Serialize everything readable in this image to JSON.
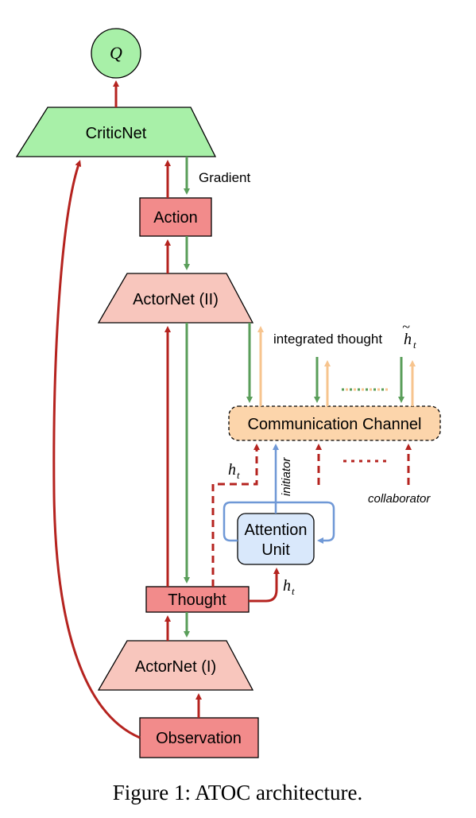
{
  "nodes": {
    "q": "Q",
    "critic": "CriticNet",
    "action": "Action",
    "actor2": "ActorNet (II)",
    "comm": "Communication Channel",
    "attention_line1": "Attention",
    "attention_line2": "Unit",
    "thought": "Thought",
    "actor1": "ActorNet (I)",
    "observation": "Observation"
  },
  "labels": {
    "gradient": "Gradient",
    "integrated": "integrated thought",
    "h_symbol": "h",
    "t_subscript": "t",
    "tilde": "~",
    "initiator": "initiator",
    "collaborator": "collaborator"
  },
  "caption": "Figure 1: ATOC architecture.",
  "colors": {
    "red_arrow": "#b5231f",
    "green_arrow": "#5a9e5a",
    "peach_arrow": "#f7c48e",
    "blue_arrow": "#6f98d6",
    "critic_fill": "#a8f0a8",
    "actor_fill": "#f8c6bd",
    "box_red_fill": "#f28b8b",
    "comm_fill": "#fcd5ab",
    "attention_fill": "#d9e8fb"
  }
}
